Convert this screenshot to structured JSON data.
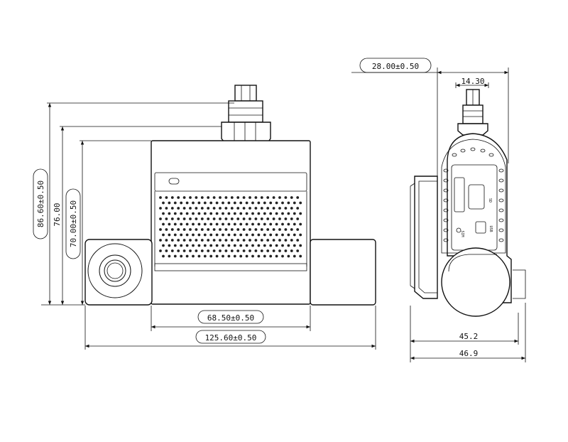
{
  "front_view": {
    "height_overall": "86.60±0.50",
    "height_body": "76.00",
    "height_body_tol": "70.00±0.50",
    "width_center": "68.50±0.50",
    "width_overall": "125.60±0.50"
  },
  "side_view": {
    "depth_top": "28.00±0.50",
    "connector_width": "14.30",
    "width_lower": "45.2",
    "width_overall": "46.9",
    "port_labels": {
      "sd": "SD",
      "sim": "SIM",
      "reset": "SIM",
      "usb": "USB"
    }
  }
}
